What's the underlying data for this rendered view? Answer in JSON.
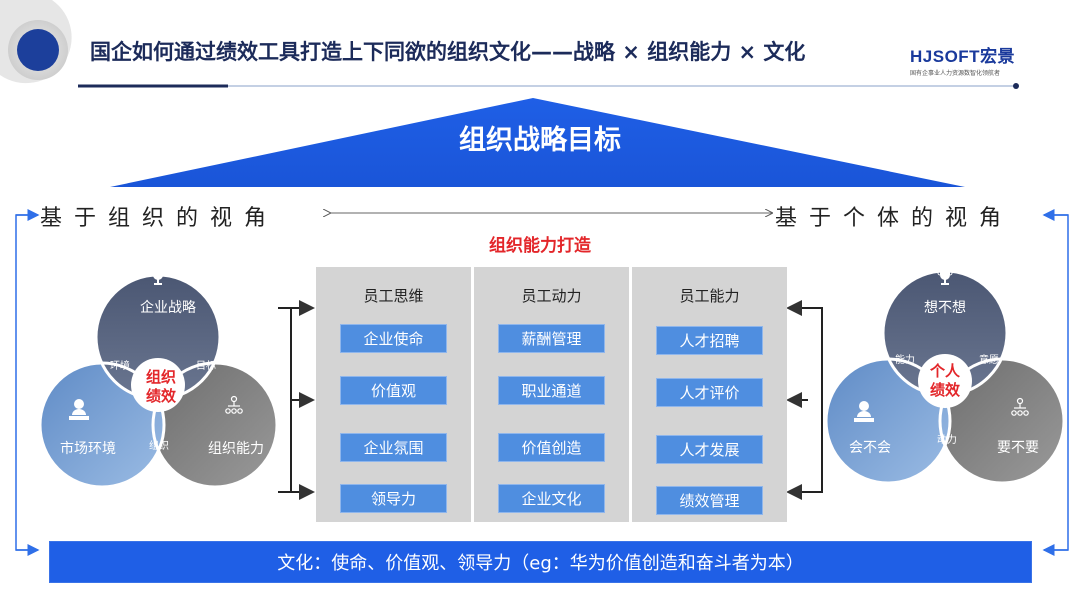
{
  "header": {
    "title": "国企如何通过绩效工具打造上下同欲的组织文化——战略 × 组织能力 × 文化",
    "logo_main": "HJSOFT",
    "logo_cn": "宏景",
    "logo_sub": "国有企事业人力资源数智化领航者"
  },
  "roof": {
    "label": "组织战略目标"
  },
  "perspectives": {
    "left": "基于组织的视角",
    "right": "基于个体的视角"
  },
  "center_title": "组织能力打造",
  "columns": [
    {
      "header": "员工思维",
      "items": [
        "企业使命",
        "价值观",
        "企业氛围",
        "领导力"
      ]
    },
    {
      "header": "员工动力",
      "items": [
        "薪酬管理",
        "职业通道",
        "价值创造",
        "企业文化"
      ]
    },
    {
      "header": "员工能力",
      "items": [
        "人才招聘",
        "人才评价",
        "人才发展",
        "绩效管理"
      ]
    }
  ],
  "venn_left": {
    "top": "企业战略",
    "left": "市场环境",
    "right": "组织能力",
    "overlap_top_left": "环境",
    "overlap_top_right": "目标",
    "overlap_bottom": "组织",
    "center_line1": "组织",
    "center_line2": "绩效"
  },
  "venn_right": {
    "top": "想不想",
    "left": "会不会",
    "right": "要不要",
    "overlap_top_left": "能力",
    "overlap_top_right": "意愿",
    "overlap_bottom": "动力",
    "center_line1": "个人",
    "center_line2": "绩效"
  },
  "bottom_bar": {
    "label": "文化：使命、价值观、领导力（eg：华为价值创造和奋斗者为本）"
  },
  "colors": {
    "accent_blue": "#1f5fe6",
    "chip_blue": "#4f8ee0",
    "highlight_red": "#e3262a",
    "slate": "#5c6a86",
    "steel_blue": "#6e95c9",
    "gray": "#7f7f7f"
  },
  "icons": [
    "trophy-icon",
    "person-pin-icon",
    "org-chart-icon",
    "arrow-right-icon",
    "arrow-left-icon",
    "double-arrow-icon"
  ]
}
